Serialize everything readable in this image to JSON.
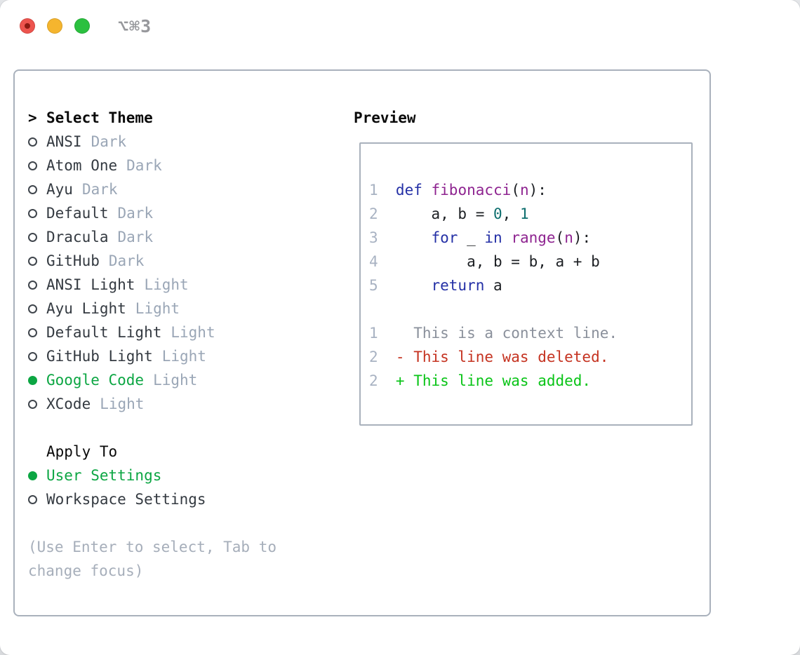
{
  "window": {
    "title": "⌥⌘3"
  },
  "colors": {
    "kwd": "#2430a6",
    "typ": "#8e2490",
    "lit": "#0d6e6e",
    "pln": "#1c1f23",
    "ctx": "#8a909b",
    "del": "#c53321",
    "add": "#09c417",
    "lineno": "#a8b2c2",
    "accent-selected": "#0ca643",
    "theme-name": "#343a41",
    "theme-tag": "#9aa6b6",
    "header-text": "#0a0a0a",
    "hint-text": "#a6aeba",
    "panel-border": "#a9b1bc",
    "traffic-red": "#ed544e",
    "traffic-red-dot": "#8c1a12",
    "traffic-yellow": "#f5b52e",
    "traffic-green": "#2bc03f",
    "title-text": "#97989c"
  },
  "theme_selector": {
    "header_marker": ">",
    "header": "Select Theme",
    "themes": [
      {
        "name": "ANSI",
        "tag": "Dark",
        "selected": false
      },
      {
        "name": "Atom One",
        "tag": "Dark",
        "selected": false
      },
      {
        "name": "Ayu",
        "tag": "Dark",
        "selected": false
      },
      {
        "name": "Default",
        "tag": "Dark",
        "selected": false
      },
      {
        "name": "Dracula",
        "tag": "Dark",
        "selected": false
      },
      {
        "name": "GitHub",
        "tag": "Dark",
        "selected": false
      },
      {
        "name": "ANSI Light",
        "tag": "Light",
        "selected": false
      },
      {
        "name": "Ayu Light",
        "tag": "Light",
        "selected": false
      },
      {
        "name": "Default Light",
        "tag": "Light",
        "selected": false
      },
      {
        "name": "GitHub Light",
        "tag": "Light",
        "selected": false
      },
      {
        "name": "Google Code",
        "tag": "Light",
        "selected": true
      },
      {
        "name": "XCode",
        "tag": "Light",
        "selected": false
      }
    ],
    "apply_to": {
      "header": "Apply To",
      "options": [
        {
          "name": "User Settings",
          "selected": true
        },
        {
          "name": "Workspace Settings",
          "selected": false
        }
      ]
    },
    "hint": "(Use Enter to select, Tab to change focus)"
  },
  "preview": {
    "header": "Preview",
    "lines": [
      {
        "n": "1",
        "tokens": [
          {
            "t": "def",
            "c": "kwd"
          },
          {
            "t": " ",
            "c": "pln"
          },
          {
            "t": "fibonacci",
            "c": "typ"
          },
          {
            "t": "(",
            "c": "pln"
          },
          {
            "t": "n",
            "c": "typ"
          },
          {
            "t": "):",
            "c": "pln"
          }
        ]
      },
      {
        "n": "2",
        "tokens": [
          {
            "t": "    a, b = ",
            "c": "pln"
          },
          {
            "t": "0",
            "c": "lit"
          },
          {
            "t": ", ",
            "c": "pln"
          },
          {
            "t": "1",
            "c": "lit"
          }
        ]
      },
      {
        "n": "3",
        "tokens": [
          {
            "t": "    ",
            "c": "pln"
          },
          {
            "t": "for",
            "c": "kwd"
          },
          {
            "t": " _ ",
            "c": "pln"
          },
          {
            "t": "in",
            "c": "kwd"
          },
          {
            "t": " ",
            "c": "pln"
          },
          {
            "t": "range",
            "c": "typ"
          },
          {
            "t": "(",
            "c": "pln"
          },
          {
            "t": "n",
            "c": "typ"
          },
          {
            "t": "):",
            "c": "pln"
          }
        ]
      },
      {
        "n": "4",
        "tokens": [
          {
            "t": "        a, b = b, a + b",
            "c": "pln"
          }
        ]
      },
      {
        "n": "5",
        "tokens": [
          {
            "t": "    ",
            "c": "pln"
          },
          {
            "t": "return",
            "c": "kwd"
          },
          {
            "t": " a",
            "c": "pln"
          }
        ]
      },
      {
        "n": "",
        "tokens": []
      },
      {
        "n": "1",
        "tokens": [
          {
            "t": "  This is a context line.",
            "c": "ctx"
          }
        ]
      },
      {
        "n": "2",
        "tokens": [
          {
            "t": "- This line was deleted.",
            "c": "del"
          }
        ]
      },
      {
        "n": "2",
        "tokens": [
          {
            "t": "+ This line was added.",
            "c": "add"
          }
        ]
      }
    ]
  }
}
